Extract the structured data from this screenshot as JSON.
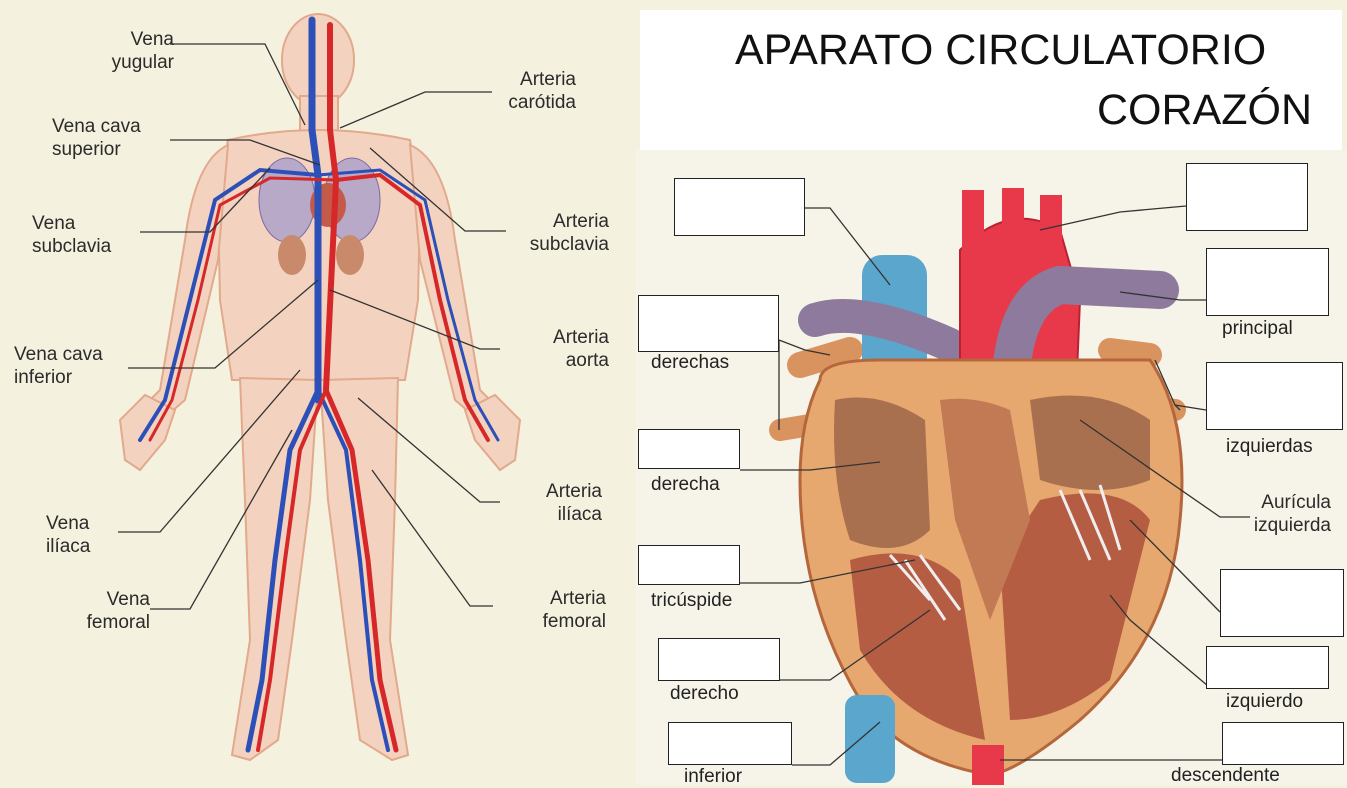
{
  "title": {
    "line1": "APARATO CIRCULATORIO",
    "line2": "CORAZÓN"
  },
  "body_labels": {
    "vena_yugular": [
      "Vena",
      "yugular"
    ],
    "arteria_carotida": [
      "Arteria",
      "carótida"
    ],
    "vena_cava_superior": [
      "Vena cava",
      "superior"
    ],
    "vena_subclavia": [
      "Vena",
      "subclavia"
    ],
    "arteria_subclavia": [
      "Arteria",
      "subclavia"
    ],
    "vena_cava_inferior": [
      "Vena cava",
      "inferior"
    ],
    "arteria_aorta": [
      "Arteria",
      "aorta"
    ],
    "vena_iliaca": [
      "Vena",
      "ilíaca"
    ],
    "arteria_iliaca": [
      "Arteria",
      "ilíaca"
    ],
    "vena_femoral": [
      "Vena",
      "femoral"
    ],
    "arteria_femoral": [
      "Arteria",
      "femoral"
    ]
  },
  "heart_labels": {
    "derechas": "derechas",
    "principal": "principal",
    "izquierdas": "izquierdas",
    "derecha": "derecha",
    "auricula_izquierda": [
      "Aurícula",
      "izquierda"
    ],
    "tricuspide": "tricúspide",
    "derecho": "derecho",
    "izquierdo": "izquierdo",
    "inferior": "inferior",
    "descendente": "descendente"
  },
  "colors": {
    "background": "#f4f1de",
    "vein_blue": "#2c4fb8",
    "artery_red": "#d62828",
    "skin": "#f3d3bf",
    "heart_muscle": "#d98b5a",
    "aorta_red": "#e8394a",
    "vena_cava_blue": "#5aa6cc",
    "pulmonary_purple": "#8d7a9c"
  }
}
